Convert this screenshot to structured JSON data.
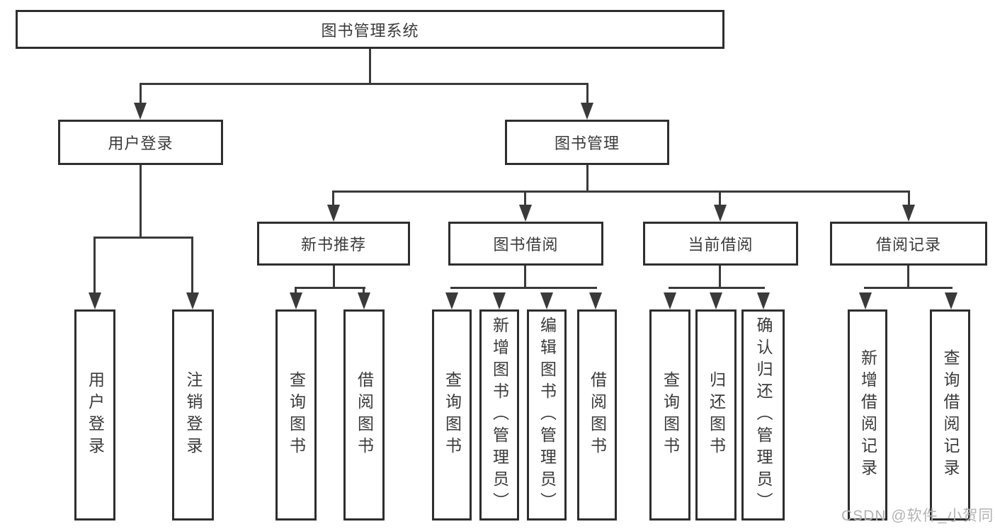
{
  "diagram": {
    "root": {
      "label": "图书管理系统"
    },
    "level2": [
      {
        "label": "用户登录"
      },
      {
        "label": "图书管理"
      }
    ],
    "level3": [
      {
        "label": "新书推荐"
      },
      {
        "label": "图书借阅"
      },
      {
        "label": "当前借阅"
      },
      {
        "label": "借阅记录"
      }
    ],
    "leaves": {
      "user_login": [
        "用户登录",
        "注销登录"
      ],
      "new_book_recommend": [
        "查询图书",
        "借阅图书"
      ],
      "book_borrow": [
        "查询图书",
        "新增图书（管理员）",
        "编辑图书（管理员）",
        "借阅图书"
      ],
      "current_borrow": [
        "查询图书",
        "归还图书",
        "确认归还（管理员）"
      ],
      "borrow_record": [
        "新增借阅记录",
        "查询借阅记录"
      ]
    }
  },
  "watermark": {
    "text": "CSDN @软件_小贺同学",
    "color": "#b3b3b3"
  },
  "colors": {
    "line": "#3a3a3a",
    "box_border": "#2e2e2e",
    "text": "#333333",
    "background": "#ffffff"
  }
}
